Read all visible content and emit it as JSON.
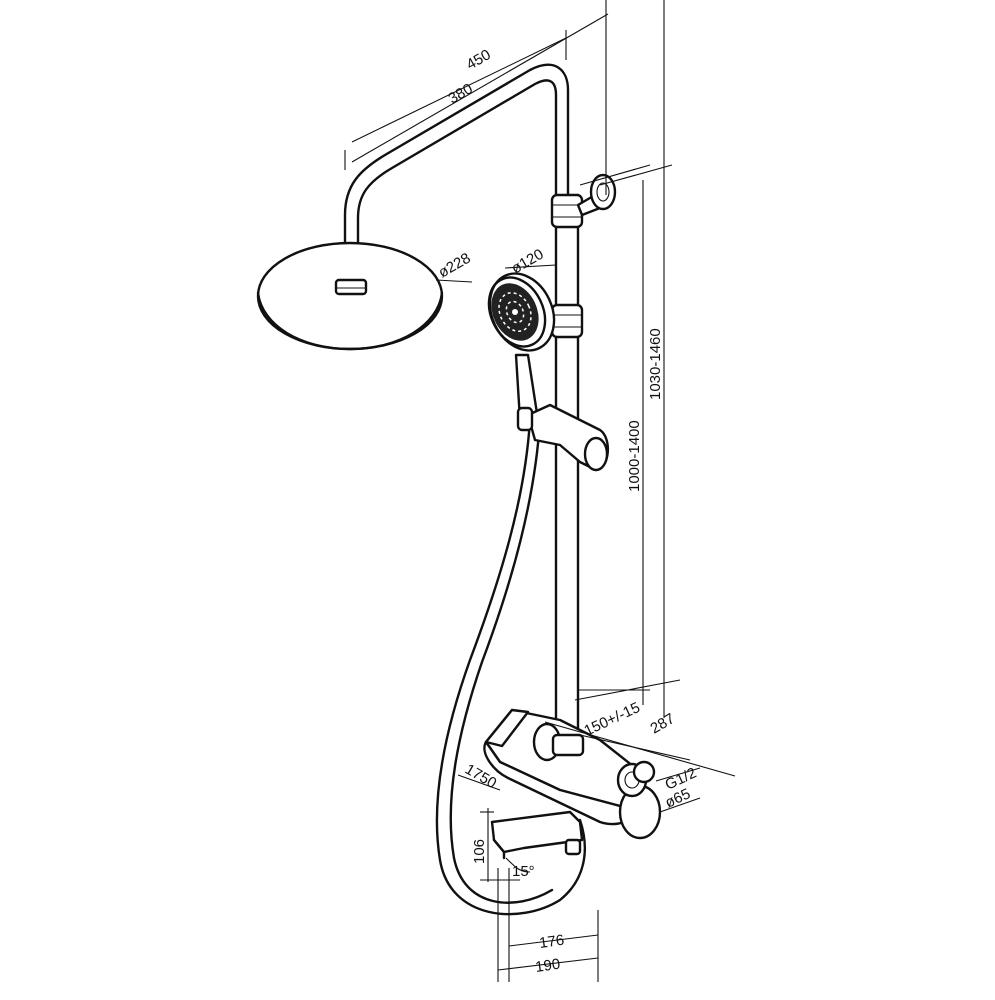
{
  "dimensions": {
    "d450": "450",
    "d380": "380",
    "d228": "ø228",
    "d120": "ø120",
    "d1030_1460": "1030-1460",
    "d1000_1400": "1000-1400",
    "d287": "287",
    "d150": "150+/-15",
    "dG12": "G1/2",
    "d65": "ø65",
    "d1750": "1750",
    "d106": "106",
    "d15deg": "15°",
    "d176": "176",
    "d190": "190"
  }
}
